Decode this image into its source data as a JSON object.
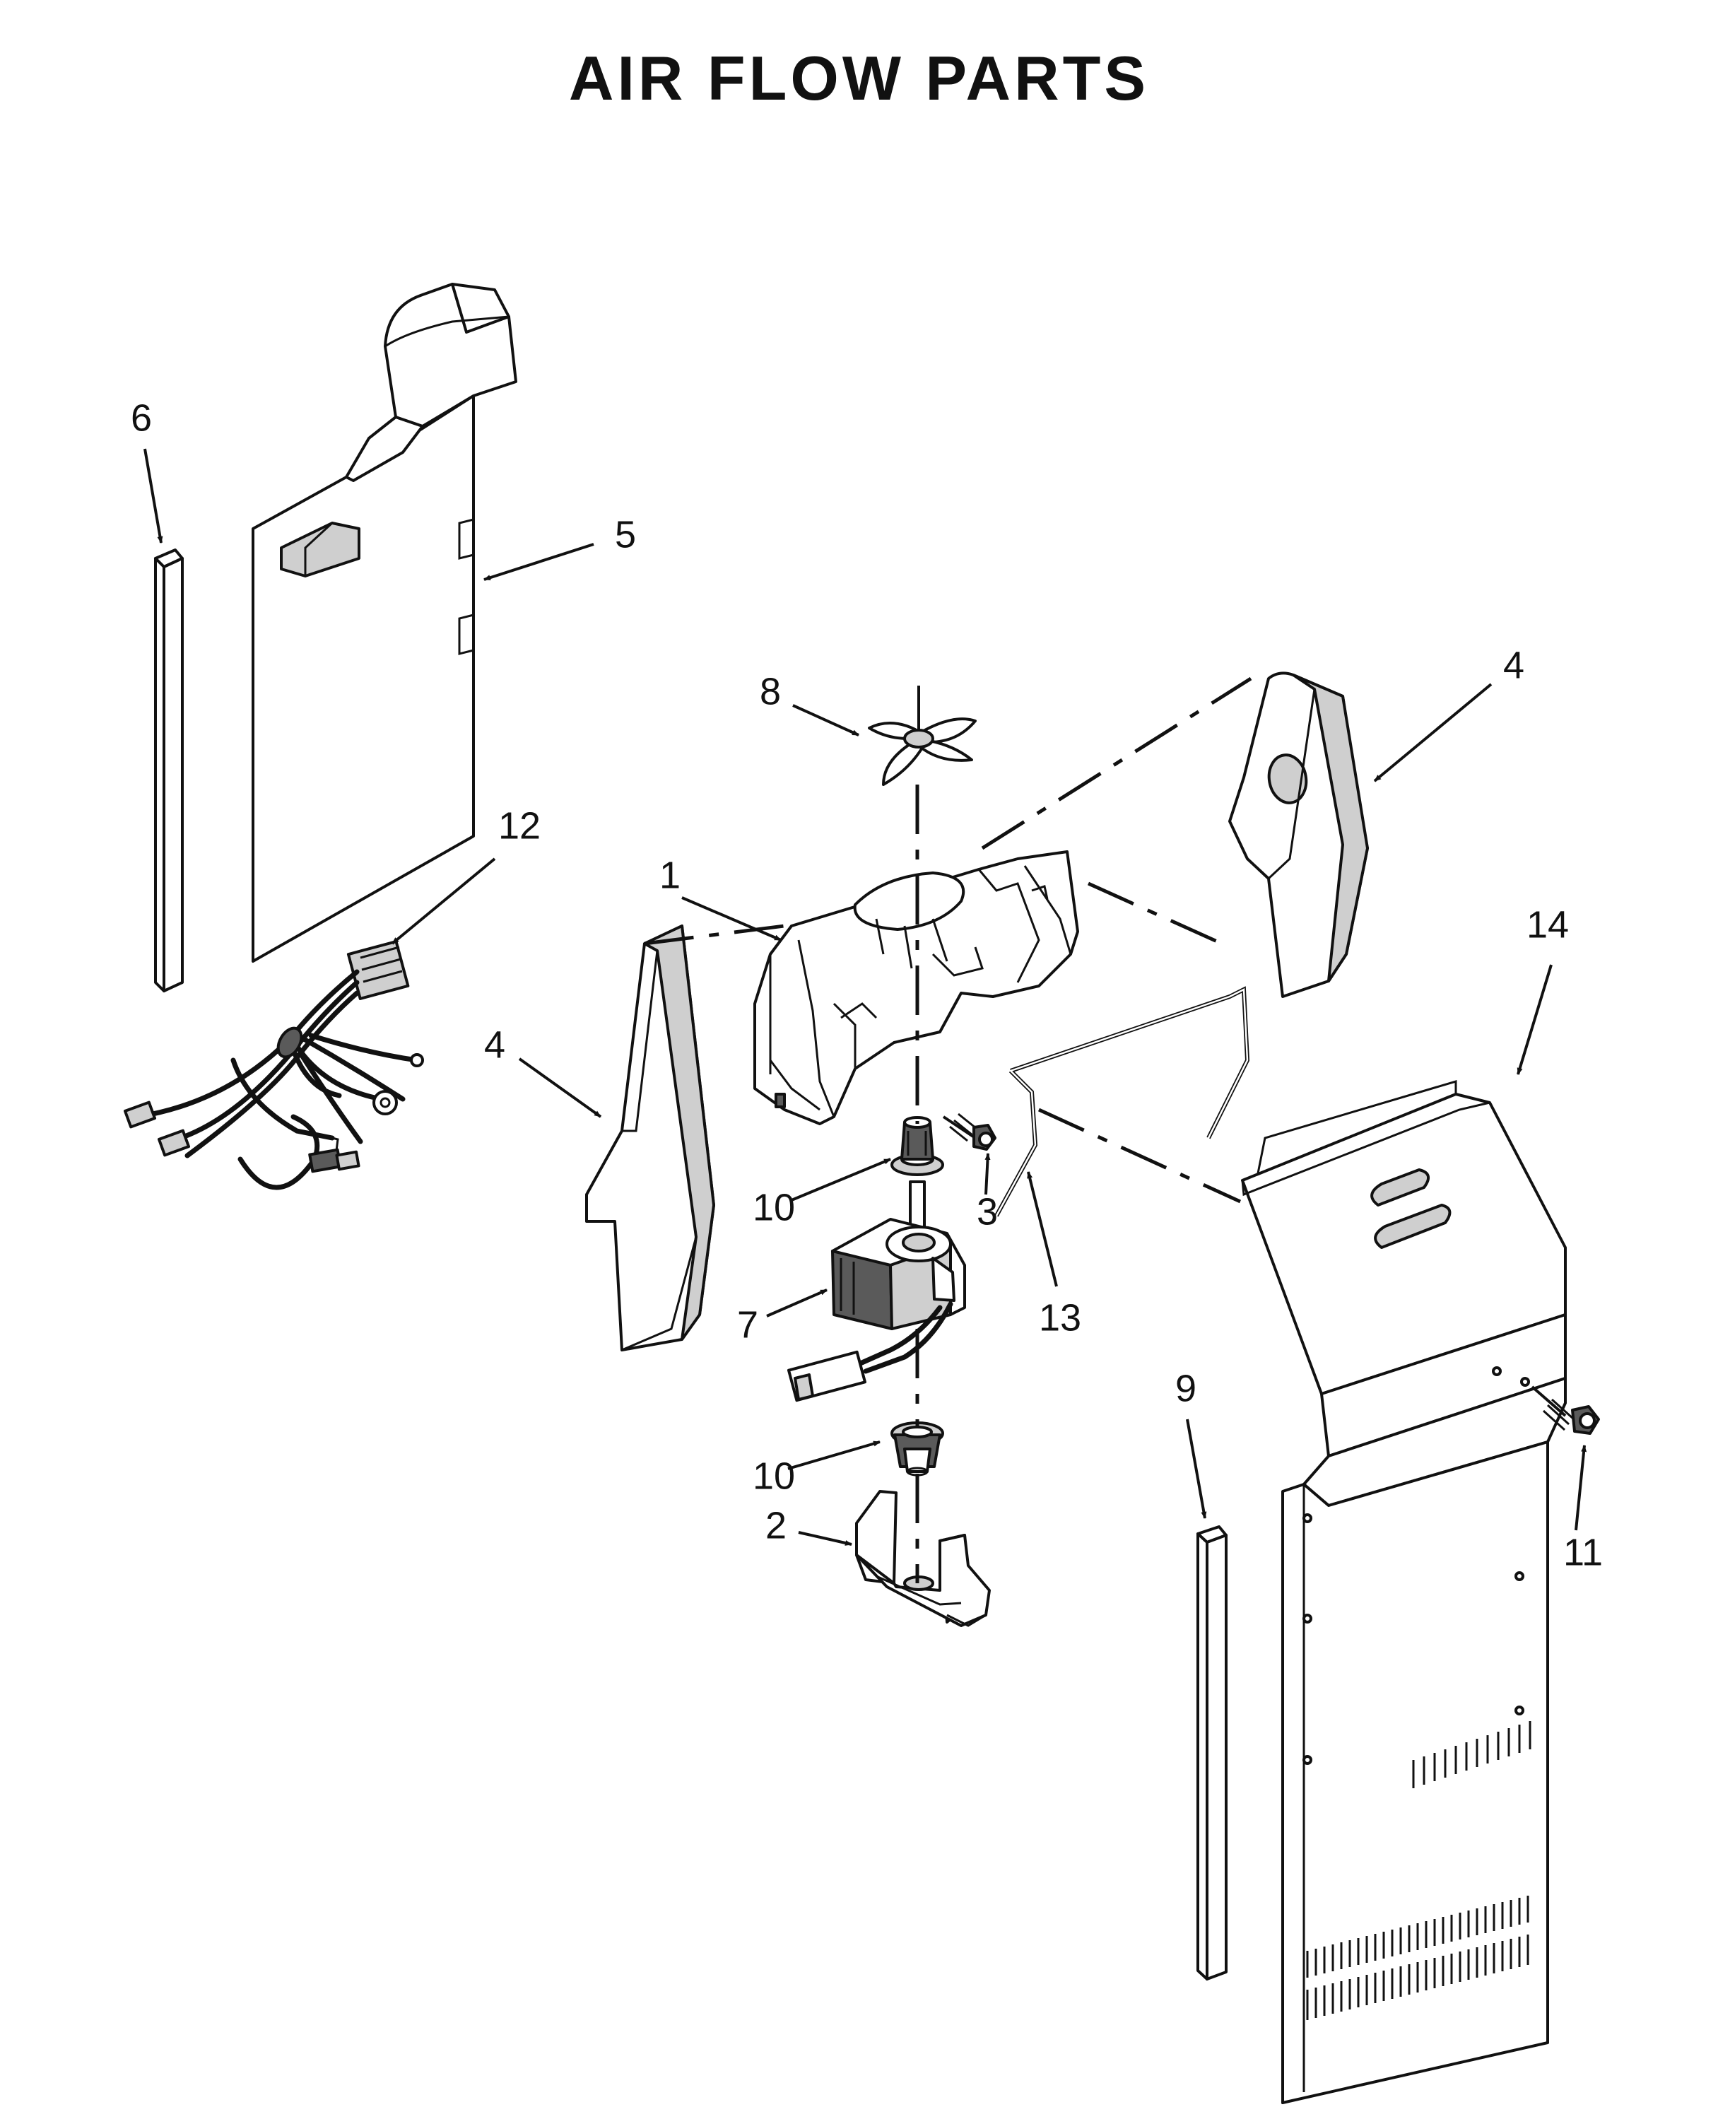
{
  "title": "AIR FLOW PARTS",
  "callouts": [
    {
      "id": "c1",
      "label": "1"
    },
    {
      "id": "c2",
      "label": "2"
    },
    {
      "id": "c3",
      "label": "3"
    },
    {
      "id": "c4a",
      "label": "4"
    },
    {
      "id": "c4b",
      "label": "4"
    },
    {
      "id": "c5",
      "label": "5"
    },
    {
      "id": "c6",
      "label": "6"
    },
    {
      "id": "c7",
      "label": "7"
    },
    {
      "id": "c8",
      "label": "8"
    },
    {
      "id": "c9",
      "label": "9"
    },
    {
      "id": "c10a",
      "label": "10"
    },
    {
      "id": "c10b",
      "label": "10"
    },
    {
      "id": "c11",
      "label": "11"
    },
    {
      "id": "c12",
      "label": "12"
    },
    {
      "id": "c13",
      "label": "13"
    },
    {
      "id": "c14",
      "label": "14"
    }
  ]
}
